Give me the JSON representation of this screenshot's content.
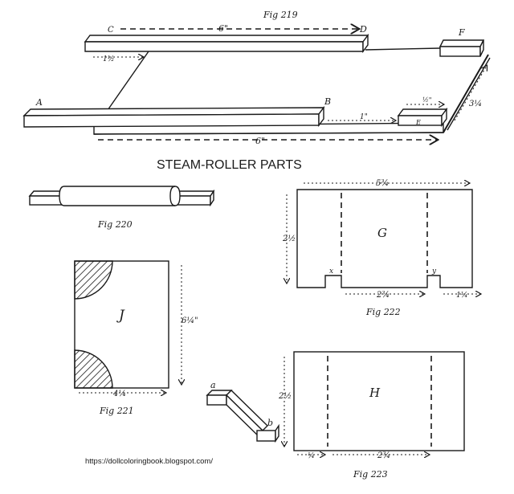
{
  "title": "STEAM-ROLLER PARTS",
  "credit": "https://dollcoloringbook.blogspot.com/",
  "fig219": {
    "caption": "Fig 219",
    "labels": {
      "a": "A",
      "b": "B",
      "c": "C",
      "d": "D",
      "e": "E",
      "f": "F"
    },
    "dims": {
      "top": "6\"",
      "left": "1½",
      "bottom": "6\"",
      "mid": "1\"",
      "small": "½\"",
      "side": "3¼"
    }
  },
  "fig220": {
    "caption": "Fig 220"
  },
  "fig221": {
    "caption": "Fig 221",
    "label": "J",
    "height": "6¼\"",
    "width": "4¼"
  },
  "fig222": {
    "caption": "Fig 222",
    "label": "G",
    "width": "5¾",
    "height": "2½",
    "notch_x": "x",
    "notch_y": "y",
    "inner": "2¾",
    "right": "1¼"
  },
  "fig223": {
    "caption": "Fig 223",
    "label": "H",
    "height": "2½",
    "left": "¼",
    "inner": "2¾"
  },
  "crank": {
    "a": "a",
    "b": "b"
  }
}
